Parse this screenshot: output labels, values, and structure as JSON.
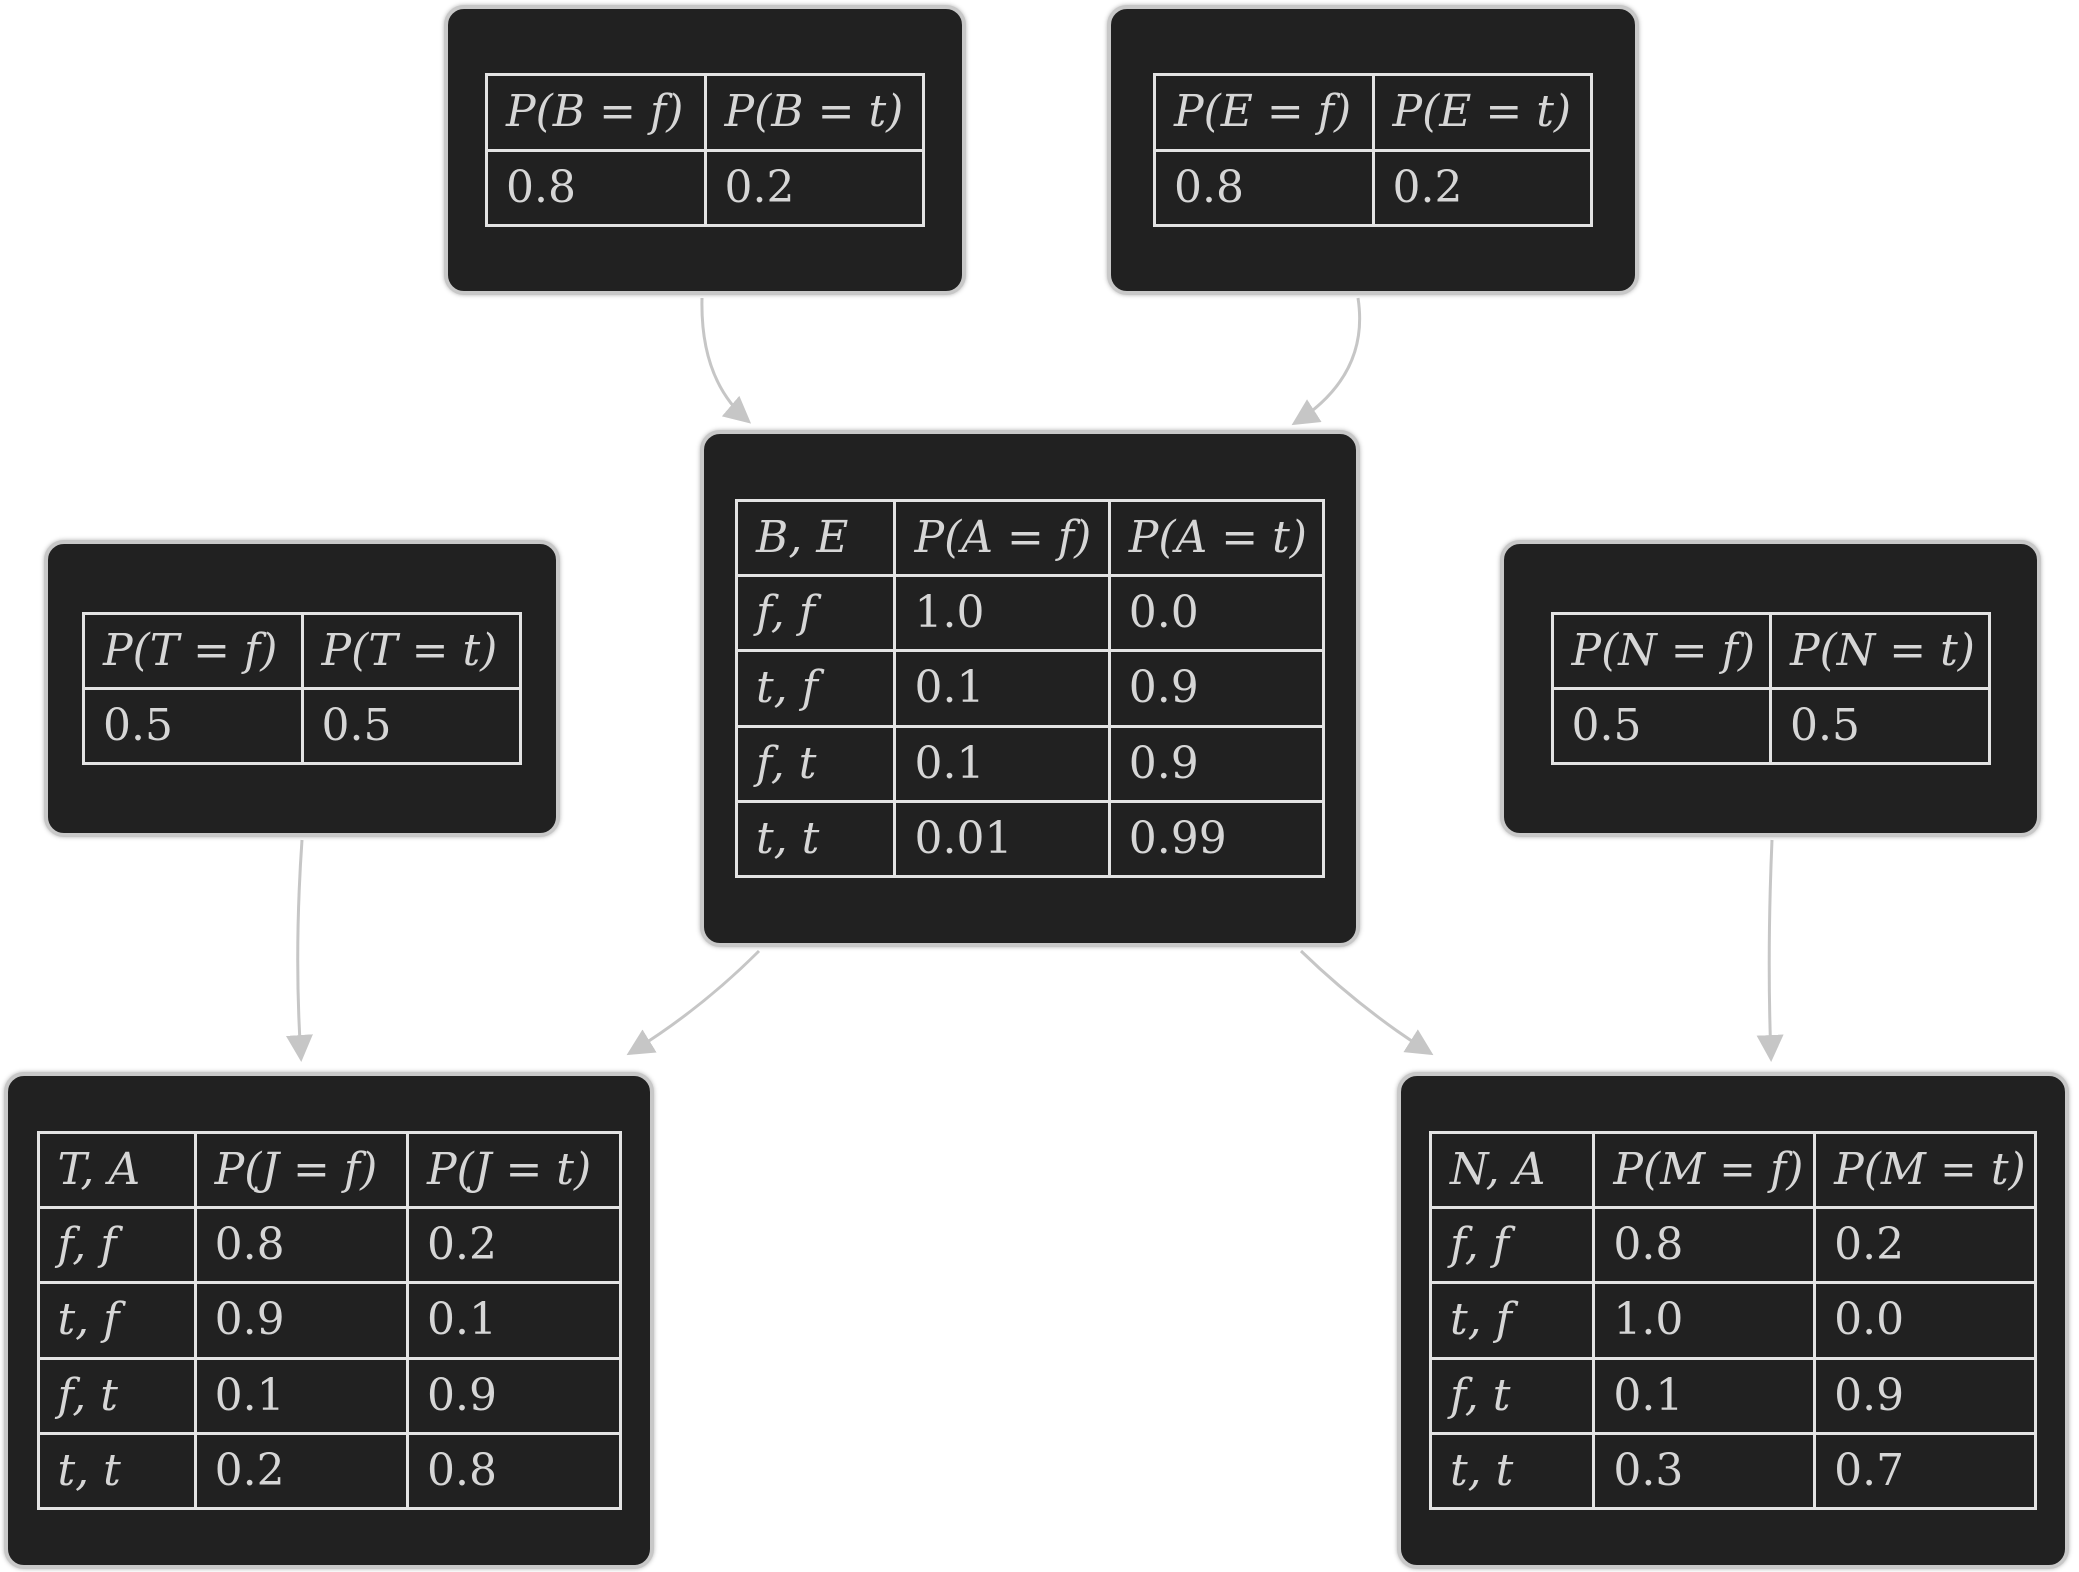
{
  "diagram": {
    "type": "bayesian-network-with-cpts",
    "colors": {
      "background": "#ffffff",
      "node_fill": "#212121",
      "node_border": "#c8c8c8",
      "table_border": "#e3e3e3",
      "text": "#d6d6d6",
      "arrow": "#c6c6c6"
    },
    "edges": [
      {
        "from": "B",
        "to": "A"
      },
      {
        "from": "E",
        "to": "A"
      },
      {
        "from": "T",
        "to": "J"
      },
      {
        "from": "A",
        "to": "J"
      },
      {
        "from": "A",
        "to": "M"
      },
      {
        "from": "N",
        "to": "M"
      }
    ]
  },
  "nodes": {
    "B": {
      "headers": [
        "P(B = f)",
        "P(B = t)"
      ],
      "rows": [
        [
          "0.8",
          "0.2"
        ]
      ]
    },
    "E": {
      "headers": [
        "P(E = f)",
        "P(E = t)"
      ],
      "rows": [
        [
          "0.8",
          "0.2"
        ]
      ]
    },
    "T": {
      "headers": [
        "P(T = f)",
        "P(T = t)"
      ],
      "rows": [
        [
          "0.5",
          "0.5"
        ]
      ]
    },
    "N": {
      "headers": [
        "P(N = f)",
        "P(N = t)"
      ],
      "rows": [
        [
          "0.5",
          "0.5"
        ]
      ]
    },
    "A": {
      "headers": [
        "B, E",
        "P(A = f)",
        "P(A = t)"
      ],
      "rows": [
        [
          "f, f",
          "1.0",
          "0.0"
        ],
        [
          "t, f",
          "0.1",
          "0.9"
        ],
        [
          "f, t",
          "0.1",
          "0.9"
        ],
        [
          "t, t",
          "0.01",
          "0.99"
        ]
      ]
    },
    "J": {
      "headers": [
        "T, A",
        "P(J = f)",
        "P(J = t)"
      ],
      "rows": [
        [
          "f, f",
          "0.8",
          "0.2"
        ],
        [
          "t, f",
          "0.9",
          "0.1"
        ],
        [
          "f, t",
          "0.1",
          "0.9"
        ],
        [
          "t, t",
          "0.2",
          "0.8"
        ]
      ]
    },
    "M": {
      "headers": [
        "N, A",
        "P(M = f)",
        "P(M = t)"
      ],
      "rows": [
        [
          "f, f",
          "0.8",
          "0.2"
        ],
        [
          "t, f",
          "1.0",
          "0.0"
        ],
        [
          "f, t",
          "0.1",
          "0.9"
        ],
        [
          "t, t",
          "0.3",
          "0.7"
        ]
      ]
    }
  }
}
